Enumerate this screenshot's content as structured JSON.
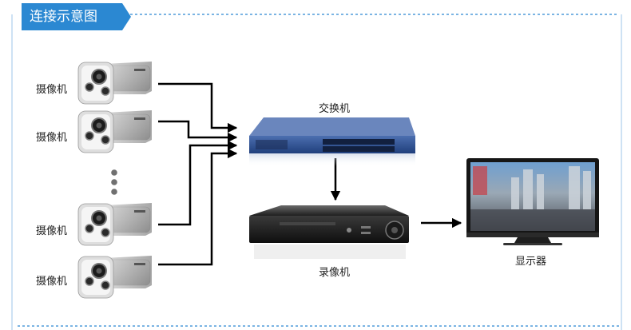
{
  "header": {
    "title": "连接示意图"
  },
  "nodes": {
    "cameras": [
      {
        "label": "摄像机"
      },
      {
        "label": "摄像机"
      },
      {
        "label": "摄像机"
      },
      {
        "label": "摄像机"
      }
    ],
    "switch": {
      "label": "交换机"
    },
    "nvr": {
      "label": "录像机"
    },
    "monitor": {
      "label": "显示器"
    }
  },
  "colors": {
    "accent": "#2b88d2",
    "frame": "#9dc4ea",
    "switch": "#2e4f8f",
    "arrow": "#000000"
  }
}
